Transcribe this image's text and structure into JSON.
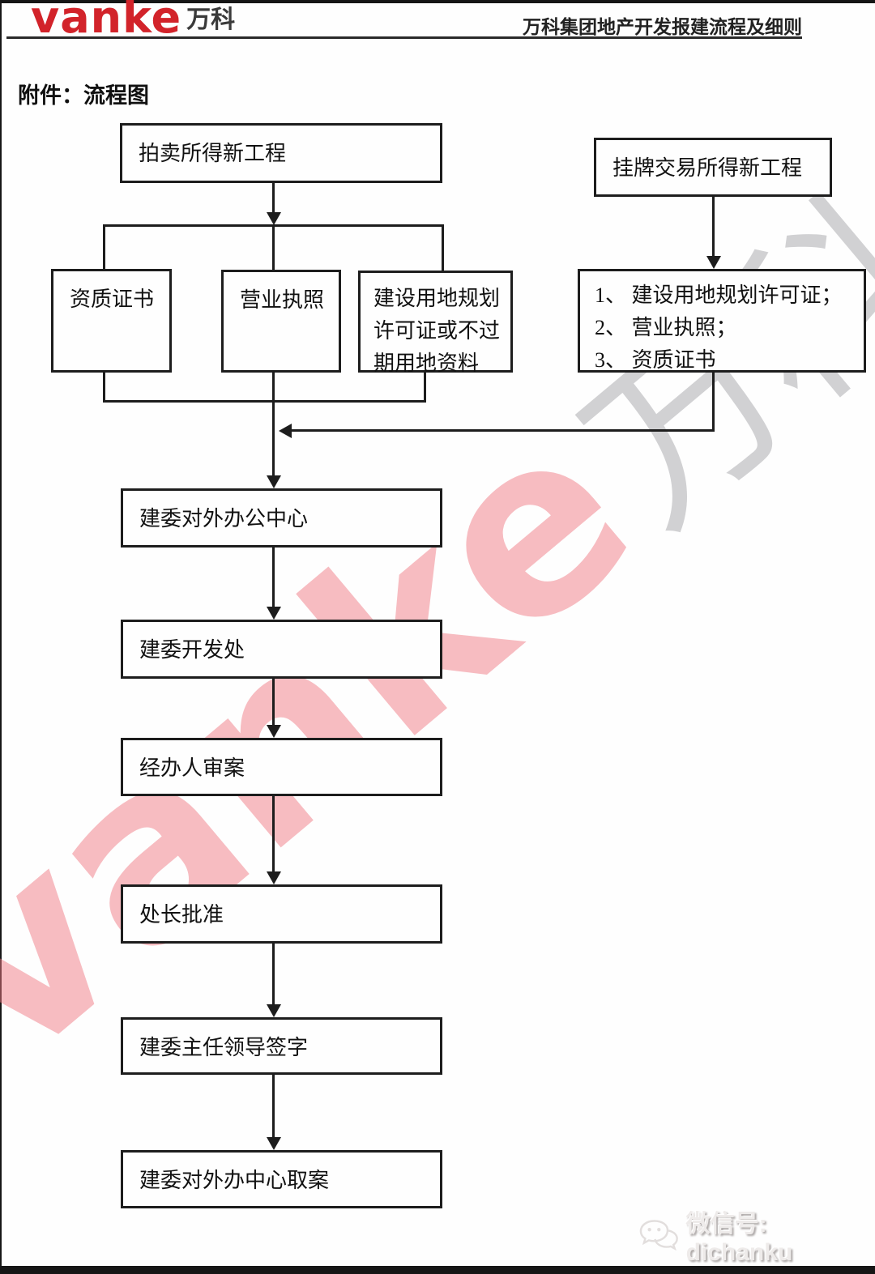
{
  "header": {
    "logo_latin": "vanke",
    "logo_cn": "万科",
    "title": "万科集团地产开发报建流程及细则"
  },
  "attachment_label": "附件：流程图",
  "flowchart": {
    "source_auction": "拍卖所得新工程",
    "source_listing": "挂牌交易所得新工程",
    "docs": [
      "资质证书",
      "营业执照",
      "建设用地规划许可证或不过期用地资料"
    ],
    "listing_docs": [
      "1、 建设用地规划许可证；",
      "2、 营业执照；",
      "3、 资质证书"
    ],
    "steps": [
      "建委对外办公中心",
      "建委开发处",
      "经办人审案",
      "处长批准",
      "建委主任领导签字",
      "建委对外办中心取案"
    ]
  },
  "watermark": {
    "latin": "vanke",
    "cn": "万科"
  },
  "footer": {
    "icon": "wechat-icon",
    "wechat_label": "微信号: dichanku"
  },
  "colors": {
    "brand_red": "#d2232a",
    "line_black": "#1d1d1d",
    "watermark_pink": "#f07a84",
    "watermark_gray": "#949499",
    "footer_emboss": "#eeebea"
  }
}
